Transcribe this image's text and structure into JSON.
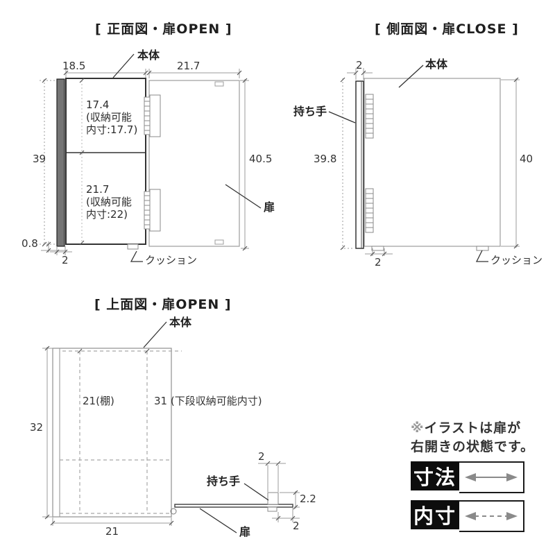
{
  "front_view": {
    "title": "[ 正面図・扉OPEN ]",
    "labels": {
      "body": "本体",
      "door": "扉",
      "cushion": "クッション"
    },
    "dimensions": {
      "body_width": "18.5",
      "door_width": "21.7",
      "left_height": "39",
      "door_height": "40.5",
      "cushion_height": "0.8",
      "handle_width": "2"
    },
    "compartments": {
      "upper": "17.4\n(収納可能\n内寸:17.7)",
      "lower": "21.7\n(収納可能\n内寸:22)"
    }
  },
  "side_view": {
    "title": "[ 側面図・扉CLOSE ]",
    "labels": {
      "body": "本体",
      "handle": "持ち手",
      "cushion": "クッション"
    },
    "dimensions": {
      "door_thickness": "2",
      "left_height": "39.8",
      "right_height": "40",
      "foot_width": "2"
    }
  },
  "top_view": {
    "title": "[ 上面図・扉OPEN ]",
    "labels": {
      "body": "本体",
      "handle": "持ち手",
      "door": "扉"
    },
    "dimensions": {
      "depth": "32",
      "shelf_width": "21(棚)",
      "lower_inner_width": "31 (下段収納可能内寸)",
      "bottom_width": "21",
      "handle_width": "2",
      "door_handle_depth": "2.2",
      "handle_end_gap": "2"
    }
  },
  "legend": {
    "note_mark": "※",
    "note_line1": "イラストは扉が",
    "note_line2": "右開きの状態です。",
    "dimension_badge": "寸法",
    "inner_dimension_badge": "内寸"
  },
  "colors": {
    "dark_line": "#333333",
    "gray_line": "#8f8f8f",
    "handle_fill": "#757575",
    "badge_bg": "#0d0d0d",
    "arrow_gray": "#8a8a8a"
  }
}
